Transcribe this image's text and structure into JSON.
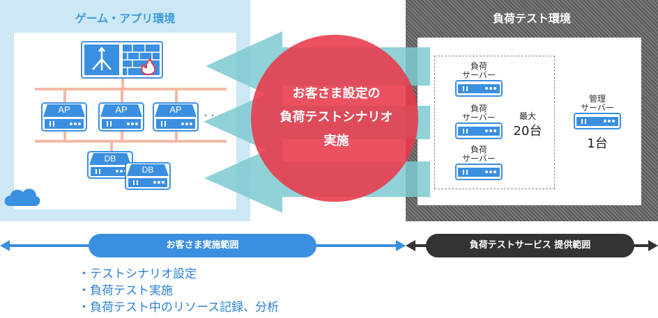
{
  "left_env": {
    "title": "ゲーム・アプリ環境"
  },
  "right_env": {
    "title": "負荷テスト環境"
  },
  "center": {
    "line1": "お客さま設定の",
    "line2": "負荷テストシナリオ",
    "line3": "実施"
  },
  "ap_servers": [
    "AP",
    "AP",
    "AP"
  ],
  "db_servers": [
    "DB",
    "DB"
  ],
  "load_servers": [
    {
      "line1": "負荷",
      "line2": "サーバー"
    },
    {
      "line1": "負荷",
      "line2": "サーバー"
    },
    {
      "line1": "負荷",
      "line2": "サーバー"
    }
  ],
  "load_count": {
    "caption": "最大",
    "value": "20台"
  },
  "mgmt_server": {
    "line1": "管理",
    "line2": "サーバー"
  },
  "mgmt_count": {
    "value": "1台"
  },
  "ranges": {
    "customer": "お客さま実施範囲",
    "service": "負荷テストサービス 提供範囲"
  },
  "tasks": [
    "テストシナリオ設定",
    "負荷テスト実施",
    "負荷テスト中のリソース記録、分析"
  ],
  "colors": {
    "accent_blue": "#3a8fe0",
    "dark": "#333333",
    "red_circle": "#e8394a",
    "teal_arrow": "#7ecad2"
  }
}
